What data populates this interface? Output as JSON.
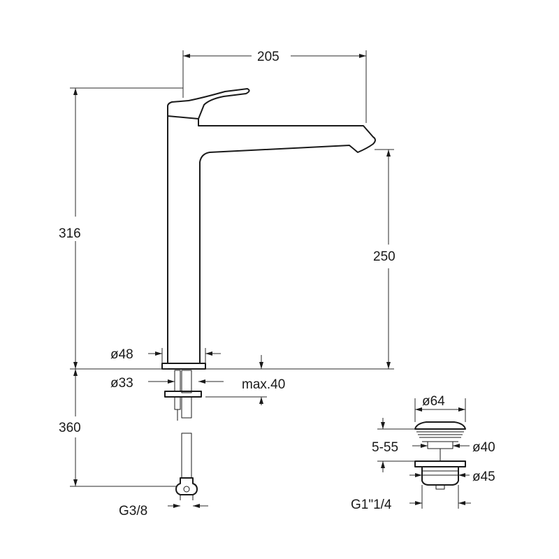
{
  "dimensions": {
    "width_205": "205",
    "height_316": "316",
    "height_250": "250",
    "dia_48": "ø48",
    "dia_33": "ø33",
    "max_40": "max.40",
    "hose_360": "360",
    "thread_g38": "G3/8",
    "dia_64": "ø64",
    "range_5_55": "5-55",
    "dia_40": "ø40",
    "dia_45": "ø45",
    "thread_g1_1_4": "G1\"1/4"
  },
  "colors": {
    "line": "#1a1a1a",
    "background": "#ffffff"
  }
}
